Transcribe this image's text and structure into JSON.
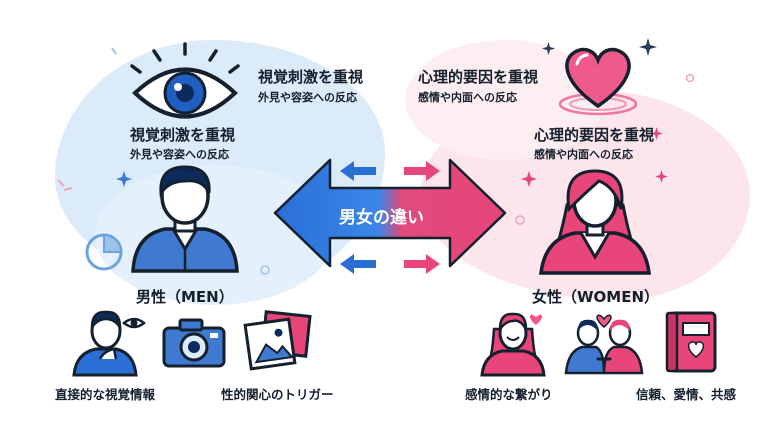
{
  "male": {
    "top_heading": "視覚刺激を重視",
    "top_sub": "外見や容姿への反応",
    "heading": "視覚刺激を重視",
    "sub": "外見や容姿への反応",
    "label": "男性（MEN）",
    "items": [
      {
        "label": "直接的な視覚情報",
        "icon": "thinking-man-eye-icon"
      },
      {
        "label": "性的関心のトリガー",
        "icon": "photos-icon"
      }
    ],
    "extra_icon": "camera-icon",
    "color": "#1f5fbf"
  },
  "female": {
    "top_heading": "心理的要因を重視",
    "top_sub": "感情や内面への反応",
    "heading": "心理的要因を重視",
    "sub": "感情や内面への反応",
    "label": "女性（WOMEN）",
    "items": [
      {
        "label": "感情的な繋がり",
        "icon": "smiling-woman-icon"
      },
      {
        "label": "信頼、愛情、共感",
        "icon": "notebook-heart-icon"
      }
    ],
    "extra_icon": "couple-heart-icon",
    "color": "#e8457a"
  },
  "center": {
    "label": "男女の違い"
  },
  "icons": [
    "eye-icon",
    "heart-icon",
    "man-avatar-icon",
    "woman-avatar-icon",
    "double-arrow-icon",
    "pie-chart-icon"
  ]
}
